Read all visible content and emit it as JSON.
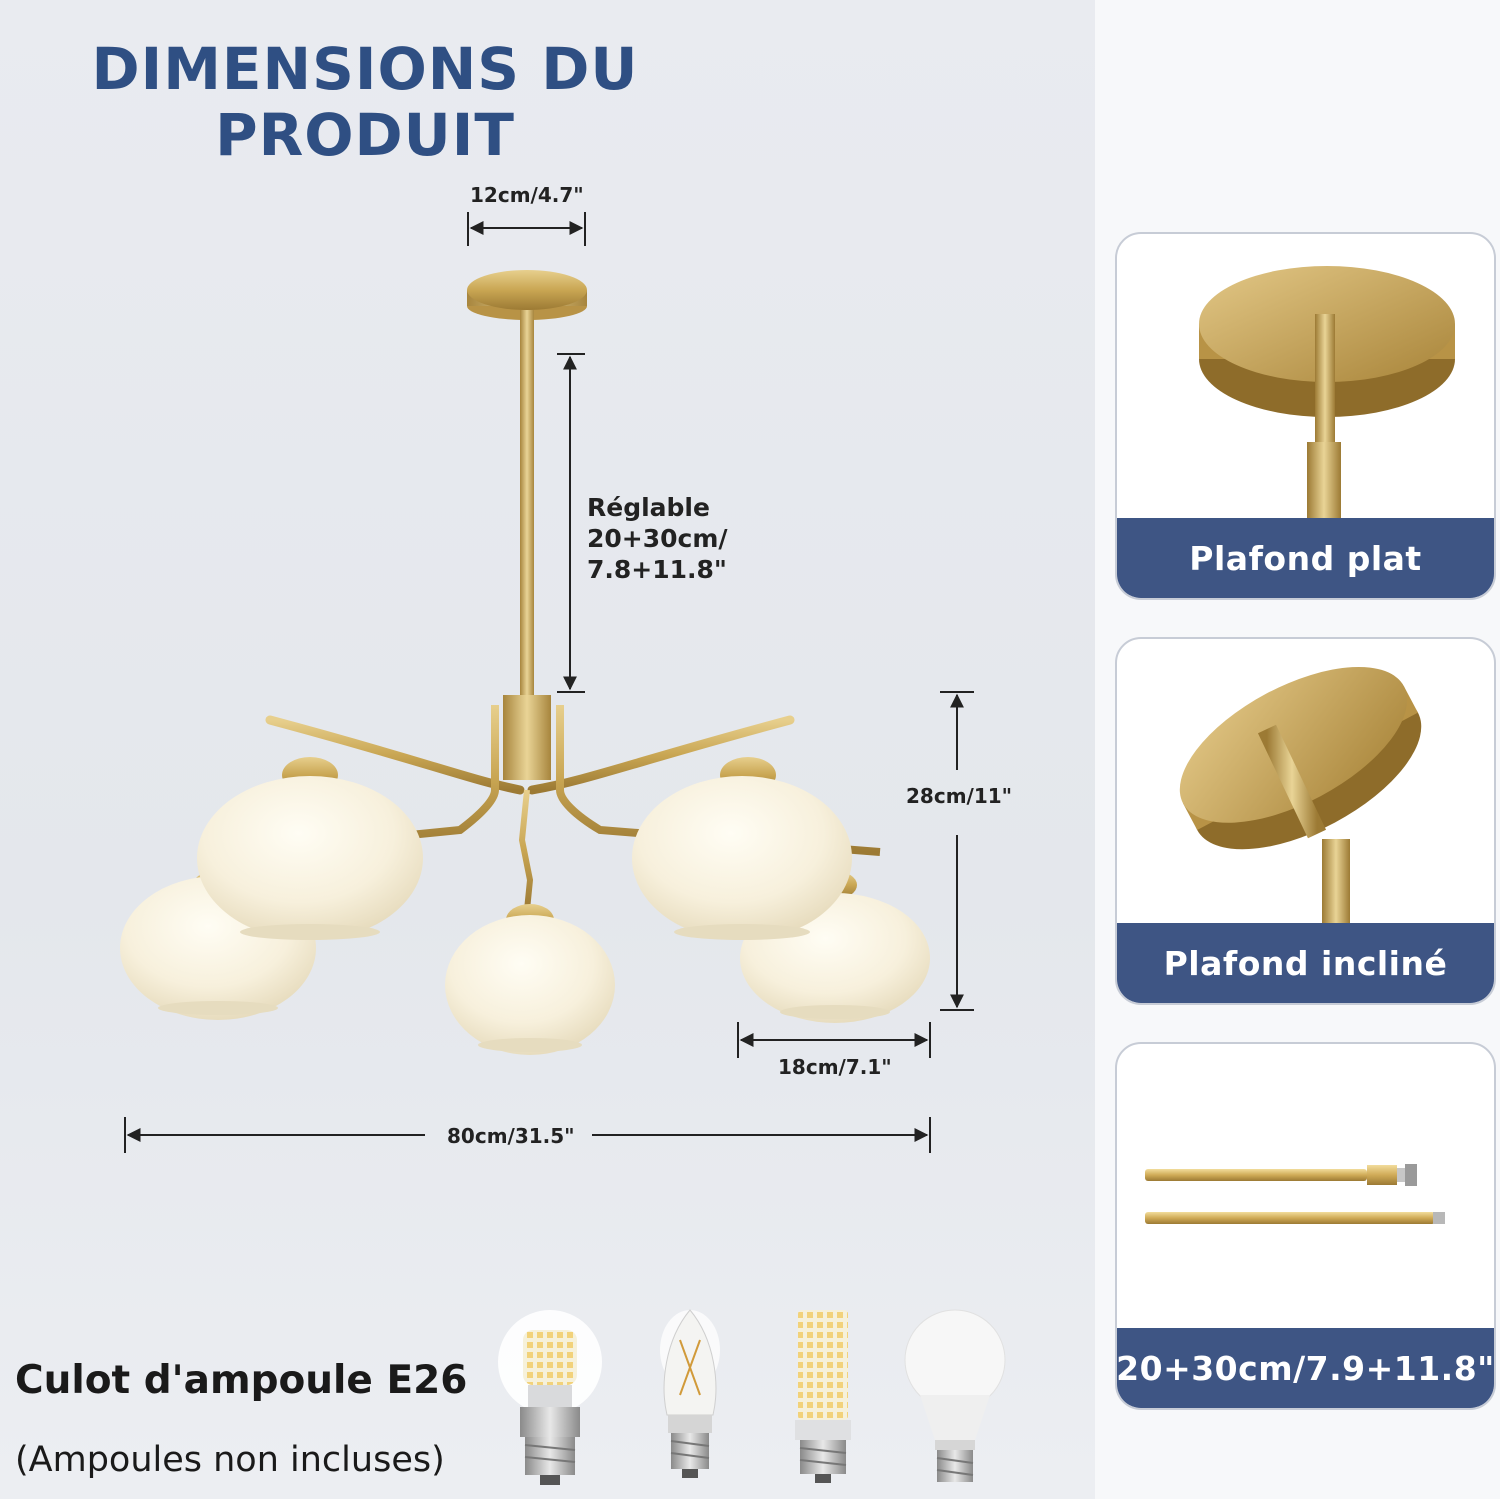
{
  "title": {
    "line1": "DIMENSIONS DU",
    "line2": "PRODUIT"
  },
  "dimensions": {
    "canopy_width": "12cm/4.7\"",
    "adjustable": {
      "line1": "Réglable",
      "line2": "20+30cm/",
      "line3": "7.8+11.8\""
    },
    "body_height": "28cm/11\"",
    "shade_width": "18cm/7.1\"",
    "total_width": "80cm/31.5\""
  },
  "cards": [
    {
      "caption": "Plafond plat",
      "icon": "flat-ceiling-mount"
    },
    {
      "caption": "Plafond incliné",
      "icon": "sloped-ceiling-mount"
    },
    {
      "caption": "20+30cm/7.9+11.8\"",
      "icon": "extension-rods"
    }
  ],
  "bulbs": {
    "title": "Culot d'ampoule E26",
    "note": "(Ampoules non incluses)",
    "types": [
      "led-corn-small-bulb-icon",
      "filament-candle-bulb-icon",
      "led-corn-tall-bulb-icon",
      "a19-led-bulb-icon"
    ]
  },
  "colors": {
    "brand_blue": "#2f4f83",
    "caption_bar": "#3e5584",
    "brass": "#c9a653",
    "glass": "#f7f2e2"
  }
}
